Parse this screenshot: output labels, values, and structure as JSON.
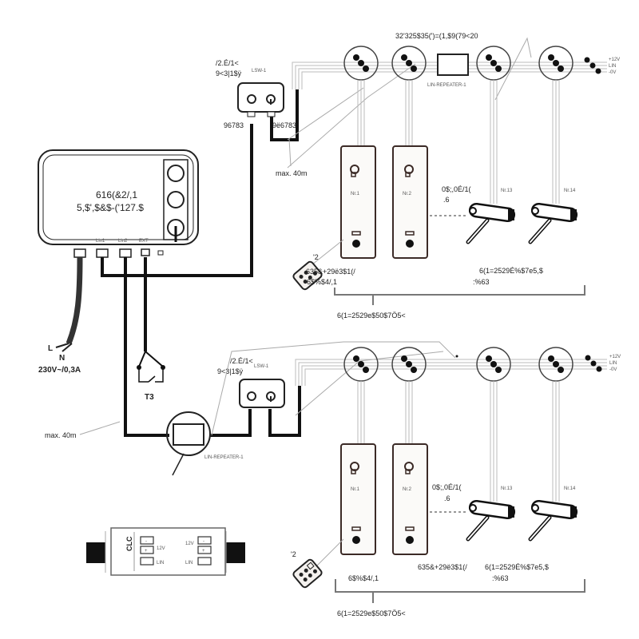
{
  "controller": {
    "line1": "616(&2/,1",
    "line2": "5,$',$&$-('127.$",
    "ports": [
      "Lin1",
      "Lin2",
      "EXT"
    ]
  },
  "power": {
    "l_label": "L",
    "n_label": "N",
    "rating": "230V~/0,3A"
  },
  "switch_t3": "T3",
  "max_len_label": "max. 40m",
  "top_section": {
    "title": "32'325$35(')=(1,$9(79<20",
    "lsw_label": "LSW-1",
    "lsw_caption_1": "/2.É/1<",
    "lsw_caption_2": "9<3|1$ÿ",
    "lsw_port_left": "96783",
    "lsw_port_right": "9ë6783",
    "repeater_label": "LIN-REPEATER-1",
    "bus_labels": [
      "+12V",
      "LIN",
      "-0V"
    ],
    "units": [
      "Nr.1",
      "Nr.2",
      "Nr.13",
      "Nr.14"
    ],
    "mixer_caption_1": "0$;,0É/1(",
    "mixer_caption_2": ".6",
    "remote_label": "'2",
    "remote_caption_1": "635&+29ë3$1(/",
    "remote_caption_2": "6$%$4/,1",
    "shower_caption_1": "6(1=2529É%$7e5,$",
    "shower_caption_2": ":%63",
    "bracket_caption": "6(1=2529e$50$7Ö5<"
  },
  "bottom_section": {
    "lsw_label": "LSW-1",
    "lsw_caption_1": "/2.É/1<",
    "lsw_caption_2": "9<3|1$ÿ",
    "repeater_label": "LIN-REPEATER-1",
    "bus_labels": [
      "+12V",
      "LIN",
      "-0V"
    ],
    "units": [
      "Nr.1",
      "Nr.2",
      "Nr.13",
      "Nr.14"
    ],
    "mixer_caption_1": "0$;,0É/1(",
    "mixer_caption_2": ".6",
    "remote_label": "'2",
    "remote_caption_1": "635&+29ë3$1(/",
    "remote_caption_2": "6$%$4/,1",
    "shower_caption_1": "6(1=2529É%$7e5,$",
    "shower_caption_2": ":%63",
    "bracket_caption": "6(1=2529e$50$7Ö5<"
  },
  "clc_module": {
    "title": "CLC",
    "left_labels": [
      "12V",
      "LIN"
    ],
    "right_labels": [
      "12V",
      "LIN"
    ],
    "minus": "-",
    "plus": "+"
  }
}
